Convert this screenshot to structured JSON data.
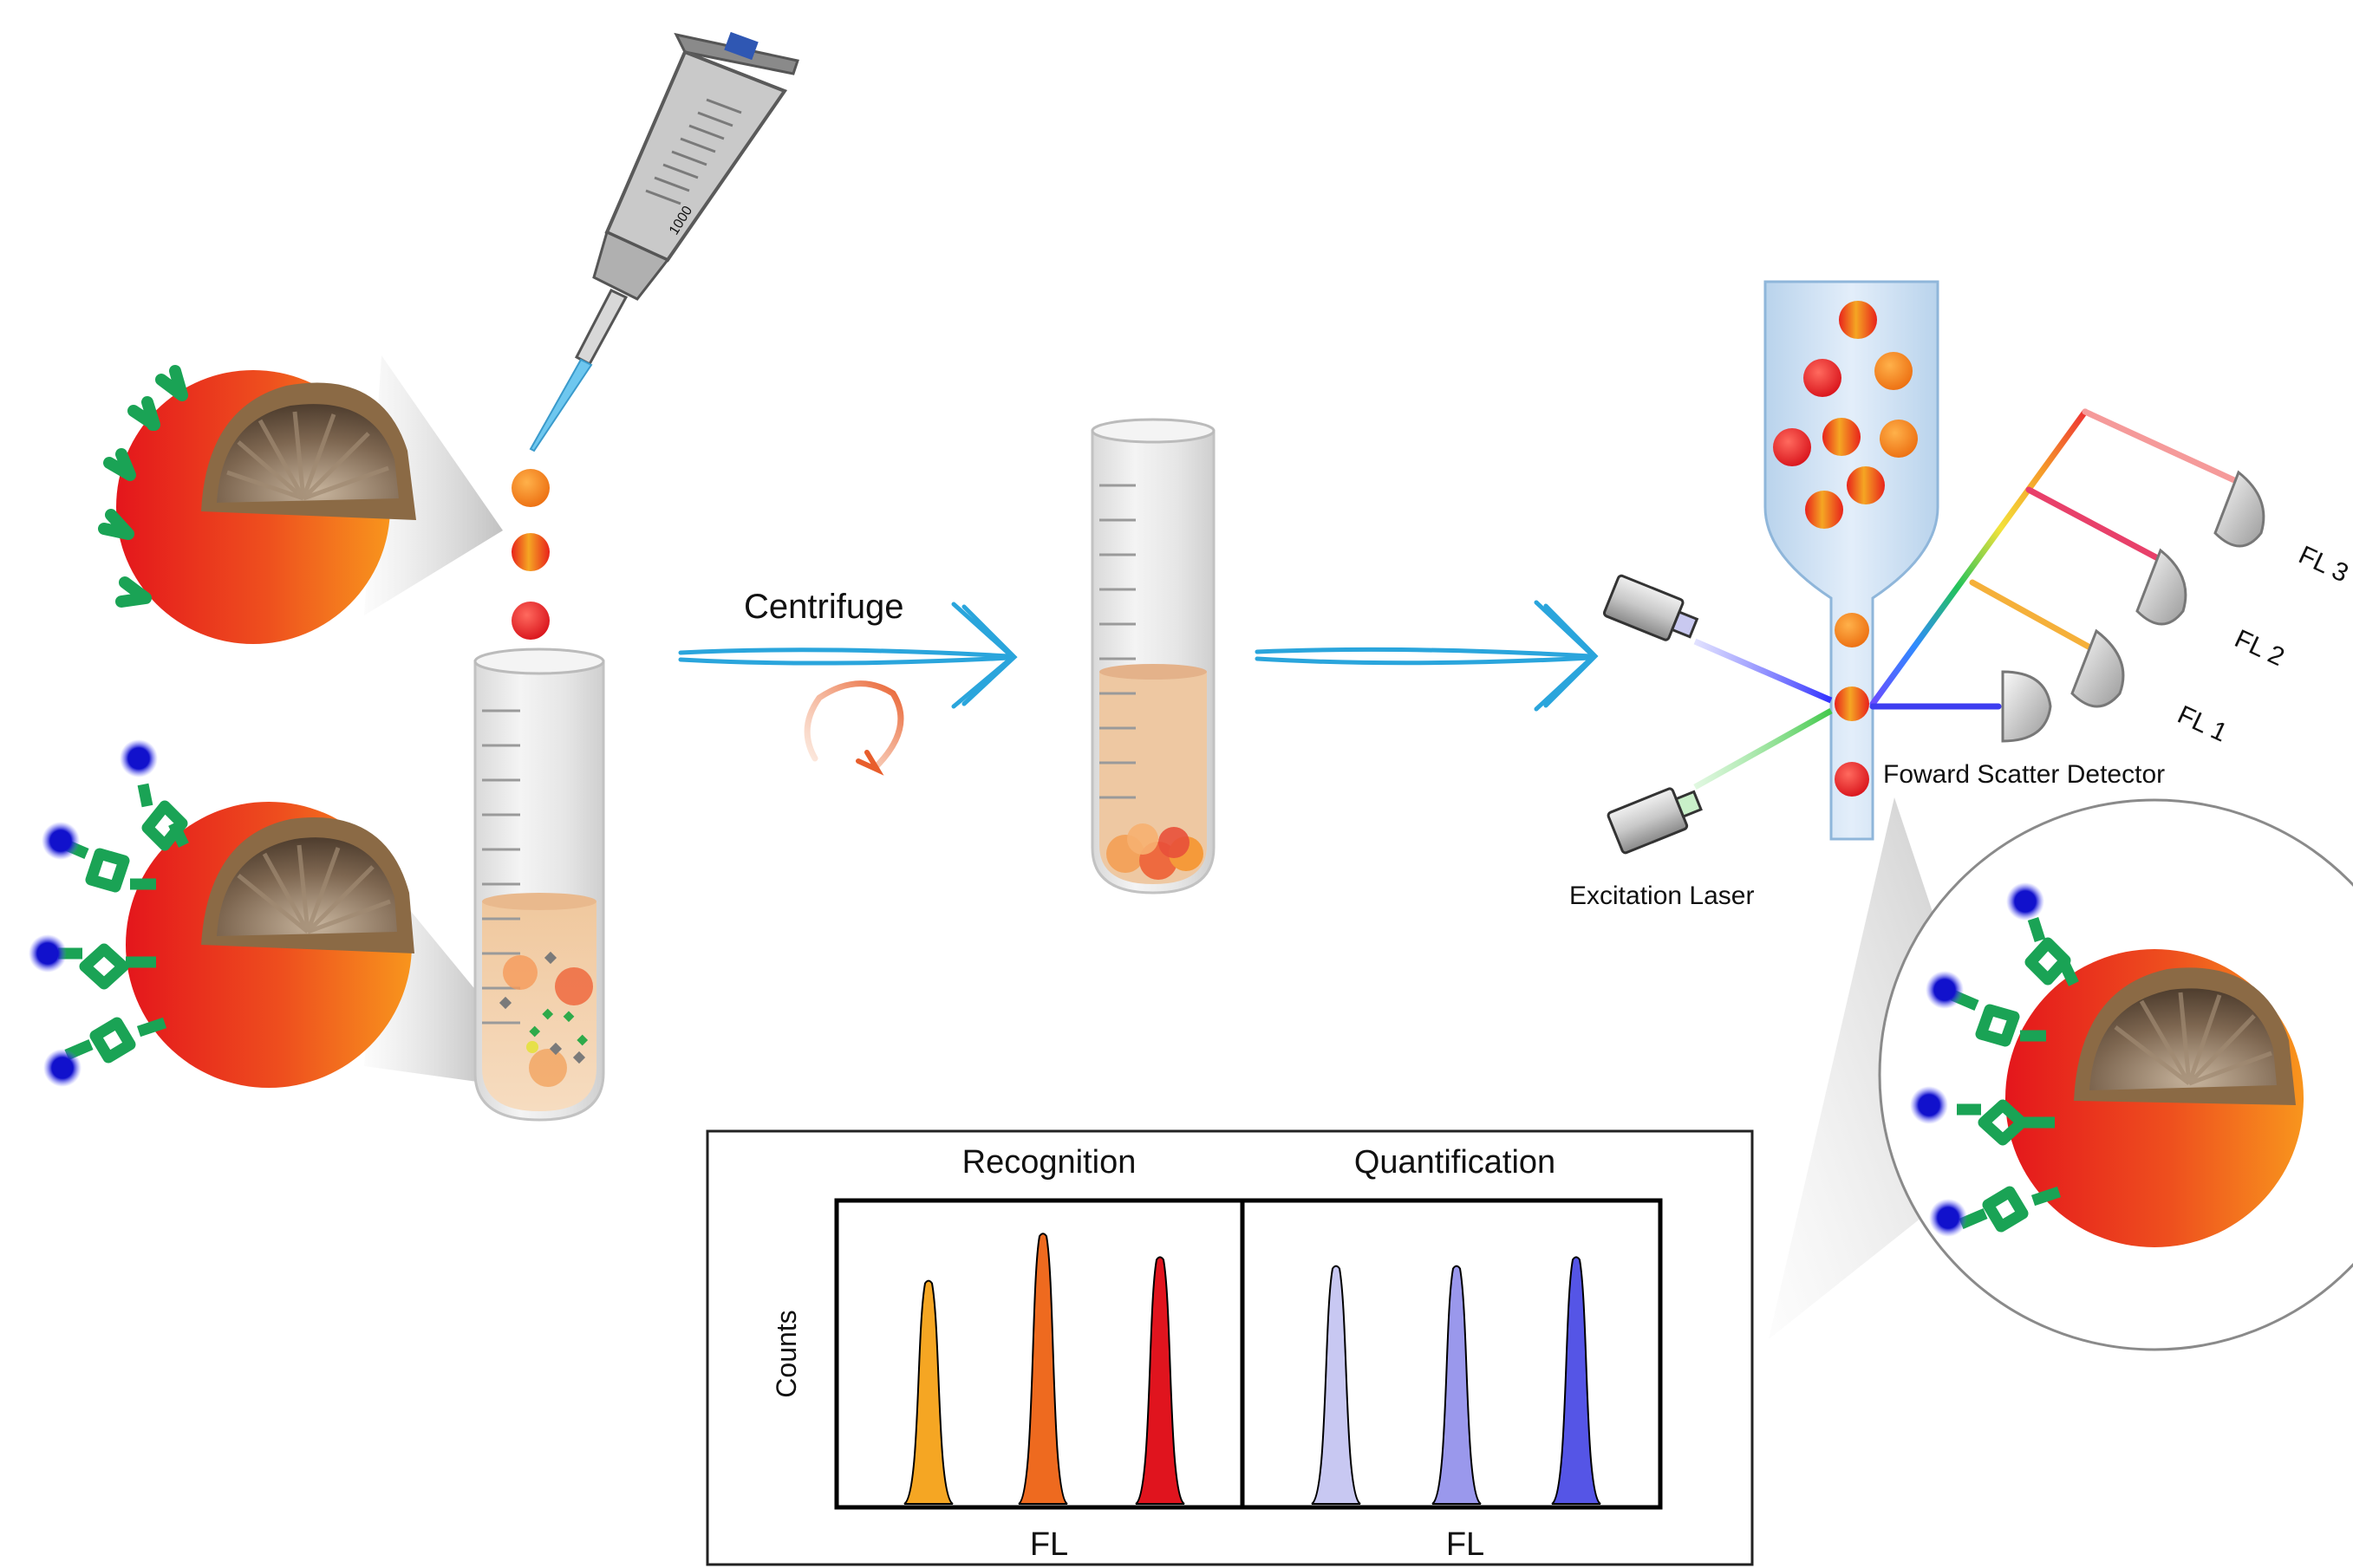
{
  "labels": {
    "centrifuge": "Centrifuge",
    "excitation_laser": "Excitation Laser",
    "forward_scatter_detector": "Foward Scatter Detector",
    "fl1": "FL 1",
    "fl2": "FL 2",
    "fl3": "FL 3",
    "pipette_volume": "1000"
  },
  "histogram_panel": {
    "recognition_title": "Recognition",
    "quantification_title": "Quantification",
    "y_axis_label": "Counts",
    "x_axis_label_left": "FL",
    "x_axis_label_right": "FL",
    "recognition_peaks": [
      {
        "color": "#f5a623",
        "relative_height": 0.76
      },
      {
        "color": "#ee6a1f",
        "relative_height": 0.92
      },
      {
        "color": "#e0141e",
        "relative_height": 0.84
      }
    ],
    "quantification_peaks": [
      {
        "color": "#c8c8f2",
        "relative_height": 0.81
      },
      {
        "color": "#9a98ec",
        "relative_height": 0.81
      },
      {
        "color": "#5555e6",
        "relative_height": 0.84
      }
    ]
  },
  "colors": {
    "arrow": "#2aa5dc",
    "antibody": "#1aa355",
    "dye": "#1111cc",
    "bead_red": "#e8221b",
    "bead_orange": "#f5841f"
  }
}
